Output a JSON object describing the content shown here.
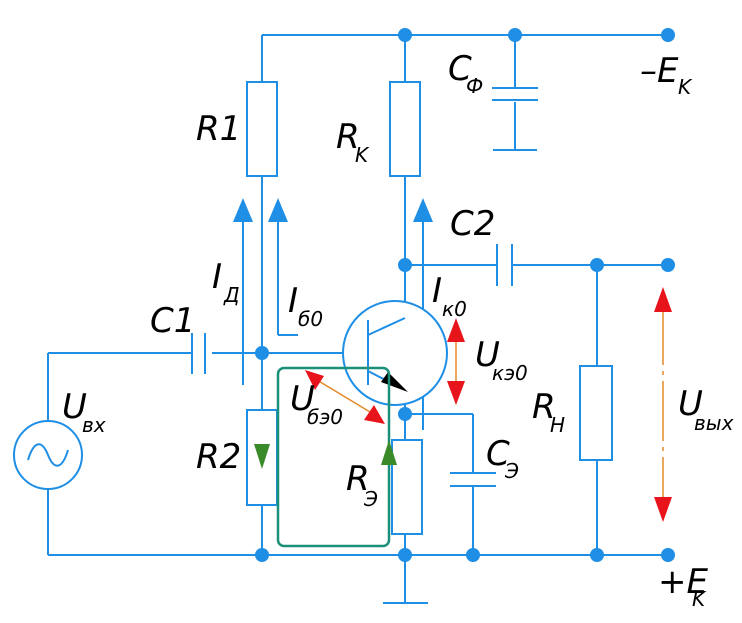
{
  "labels": {
    "r1": "R1",
    "r2": "R2",
    "rk_main": "R",
    "rk_sub": "K",
    "re_main": "R",
    "re_sub": "Э",
    "rn_main": "R",
    "rn_sub": "Н",
    "c1": "C1",
    "c2": "C2",
    "cf_main": "C",
    "cf_sub": "Ф",
    "ce_main": "C",
    "ce_sub": "Э",
    "ek_top_main": "–E",
    "ek_top_sub": "K",
    "ek_bot_main": "+E",
    "ek_bot_sub": "K",
    "id_main": "I",
    "id_sub": "Д",
    "ib0_main": "I",
    "ib0_sub": "б0",
    "ik0_main": "I",
    "ik0_sub": "к0",
    "uke0_main": "U",
    "uke0_sub": "кэ0",
    "ube0_main": "U",
    "ube0_sub": "бэ0",
    "uvx_main": "U",
    "uvx_sub": "вх",
    "uvyx_main": "U",
    "uvyx_sub": "вых"
  },
  "colors": {
    "wire": "#1f8fe6",
    "voltage_arrow": "#e8141c",
    "orange_line": "#e58a2a",
    "loop": "#1a8f7a",
    "loop_arrow": "#3a8a2a"
  }
}
